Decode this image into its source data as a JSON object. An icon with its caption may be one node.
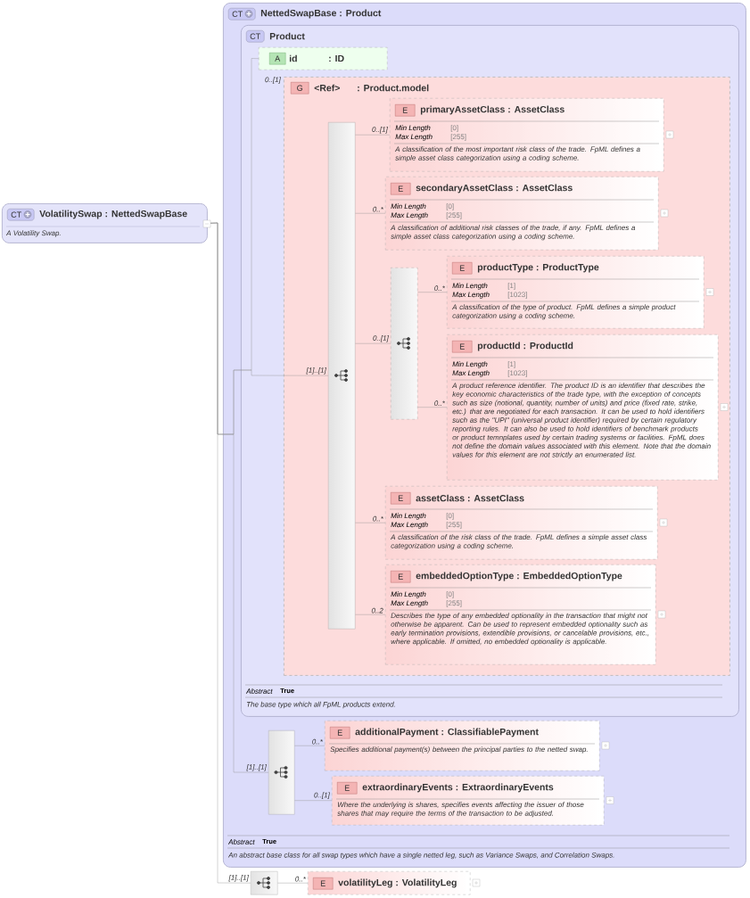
{
  "diagram": {
    "nodes": [
      {
        "text": [
          "CT",
          "VolatilitySwap : NettedSwapBase",
          "A Volatility Swap."
        ]
      },
      {
        "text": [
          "CT",
          "NettedSwapBase : Product",
          "Abstract",
          "True",
          "An abstract base class for all swap types which have a single netted leg, such as Variance Swaps, and Correlation Swaps."
        ]
      },
      {
        "text": [
          "CT",
          "Product",
          "Abstract",
          "True",
          "The base type which all FpML products extend."
        ],
        "in": 1
      },
      {
        "text": [
          "A",
          "id",
          ": ID"
        ],
        "in": 2
      },
      {
        "text": [
          "G",
          "<Ref>",
          ": Product.model"
        ],
        "in": 2
      },
      {
        "text": [],
        "shape": "bar",
        "in": 4
      },
      {
        "text": [
          "E",
          "primaryAssetClass : AssetClass",
          "Min Length",
          "[0]",
          "Max Length",
          "[255]",
          "A classification of the most important risk class of the trade. FpML defines a simple asset class categorization using a coding scheme."
        ],
        "in": 4
      },
      {
        "text": [
          "E",
          "secondaryAssetClass : AssetClass",
          "Min Length",
          "[0]",
          "Max Length",
          "[255]",
          "A classification of additional risk classes of the trade, if any. FpML defines a simple asset class categorization using a coding scheme."
        ],
        "in": 4
      },
      {
        "text": [],
        "shape": "bar",
        "in": 4
      },
      {
        "text": [
          "E",
          "productType : ProductType",
          "Min Length",
          "[1]",
          "Max Length",
          "[1023]",
          "A classification of the type of product. FpML defines a simple product categorization using a coding scheme."
        ],
        "in": 4
      },
      {
        "text": [
          "E",
          "productId : ProductId",
          "Min Length",
          "[1]",
          "Max Length",
          "[1023]",
          "A product reference identifier. The product ID is an identifier that describes the key economic characteristics of the trade type, with the exception of concepts such as size (notional, quantity, number of units) and price (fixed rate, strike, etc.) that are negotiated for each transaction. It can be used to hold identifiers such as the \"UPI\" (universal product identifier) required by certain regulatory reporting rules. It can also be used to hold identifiers of benchmark products or product temnplates used by certain trading systems or facilities. FpML does not define the domain values associated with this element. Note that the domain values for this element are not strictly an enumerated list."
        ],
        "in": 4
      },
      {
        "text": [
          "E",
          "assetClass : AssetClass",
          "Min Length",
          "[0]",
          "Max Length",
          "[255]",
          "A classification of the risk class of the trade. FpML defines a simple asset class categorization using a coding scheme."
        ],
        "in": 4
      },
      {
        "text": [
          "E",
          "embeddedOptionType : EmbeddedOptionType",
          "Min Length",
          "[0]",
          "Max Length",
          "[255]",
          "Describes the type of any embedded optionality in the transaction that might not otherwise be apparent. Can be used to represent embedded optionality such as early termination provisions, extendible provisions, or cancelable provisions, etc., where applicable. If omitted, no embedded optionality is applicable."
        ],
        "in": 4
      },
      {
        "text": [],
        "shape": "bar",
        "in": 1
      },
      {
        "text": [
          "E",
          "additionalPayment : ClassifiablePayment",
          "Specifies additional payment(s) between the principal parties to the netted swap."
        ],
        "in": 1
      },
      {
        "text": [
          "E",
          "extraordinaryEvents : ExtraordinaryEvents",
          "Where the underlying is shares, specifies events affecting the issuer of those shares that may require the terms of the transaction to be adjusted."
        ],
        "in": 1
      },
      {
        "text": [],
        "shape": "bar"
      },
      {
        "text": [
          "E",
          "volatilityLeg : VolatilityLeg"
        ]
      }
    ],
    "edges": [
      {
        "from": 0,
        "to": 3,
        "arrow": "none"
      },
      {
        "from": 0,
        "to": 5,
        "arrow": "none",
        "label": "[1]..[1]"
      },
      {
        "from": 0,
        "to": 13,
        "arrow": "none",
        "label": "[1]..[1]"
      },
      {
        "from": 0,
        "to": 16,
        "arrow": "none",
        "label": "[1]..[1]"
      },
      {
        "from": 5,
        "to": 6,
        "arrow": "none",
        "label": "0..[1]"
      },
      {
        "from": 5,
        "to": 7,
        "arrow": "none",
        "label": "0..*"
      },
      {
        "from": 5,
        "to": 8,
        "arrow": "none",
        "label": "0..[1]"
      },
      {
        "from": 8,
        "to": 9,
        "arrow": "none",
        "label": "0..*"
      },
      {
        "from": 8,
        "to": 10,
        "arrow": "none",
        "label": "0..*"
      },
      {
        "from": 5,
        "to": 11,
        "arrow": "none",
        "label": "0..*"
      },
      {
        "from": 5,
        "to": 12,
        "arrow": "none",
        "label": "0..2"
      },
      {
        "from": 13,
        "to": 14,
        "arrow": "none",
        "label": "0..*"
      },
      {
        "from": 13,
        "to": 15,
        "arrow": "none",
        "label": "0..[1]"
      },
      {
        "from": 16,
        "to": 17,
        "arrow": "none",
        "label": "0..*"
      }
    ],
    "labels": [
      "0..[1]"
    ]
  }
}
